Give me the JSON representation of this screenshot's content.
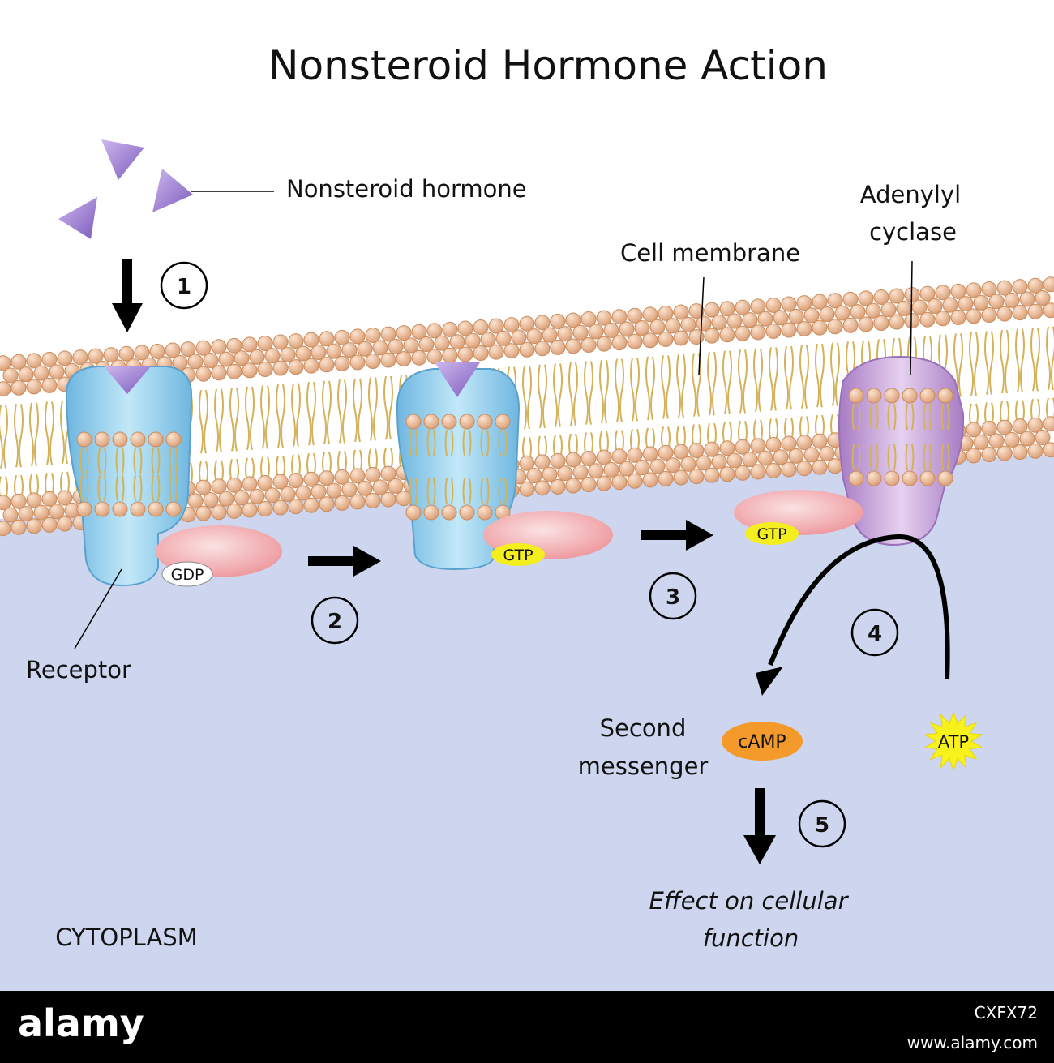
{
  "title": "Nonsteroid Hormone Action",
  "labels": {
    "hormone": "Nonsteroid hormone",
    "cell_membrane": "Cell membrane",
    "adenylyl_line1": "Adenylyl",
    "adenylyl_line2": "cyclase",
    "receptor": "Receptor",
    "second_line1": "Second",
    "second_line2": "messenger",
    "effect_line1": "Effect on cellular",
    "effect_line2": "function",
    "cytoplasm": "CYTOPLASM"
  },
  "molecules": {
    "gdp": "GDP",
    "gtp": "GTP",
    "camp": "cAMP",
    "atp": "ATP"
  },
  "steps": [
    "1",
    "2",
    "3",
    "4",
    "5"
  ],
  "footer": {
    "brand": "alamy",
    "code": "CXFX72",
    "url": "www.alamy.com"
  },
  "colors": {
    "cytoplasm": "#cdd6ee",
    "head": "#e5b088",
    "tail": "#d3b25a",
    "receptor": "#8fd0ee",
    "hormone": "#9a7bd0",
    "g_protein": "#f0a6aa",
    "adenylyl": "#c59ad6",
    "gtp": "#f4ee1f",
    "camp": "#f39a2a",
    "atp": "#f8f21c",
    "footer": "#000000"
  }
}
